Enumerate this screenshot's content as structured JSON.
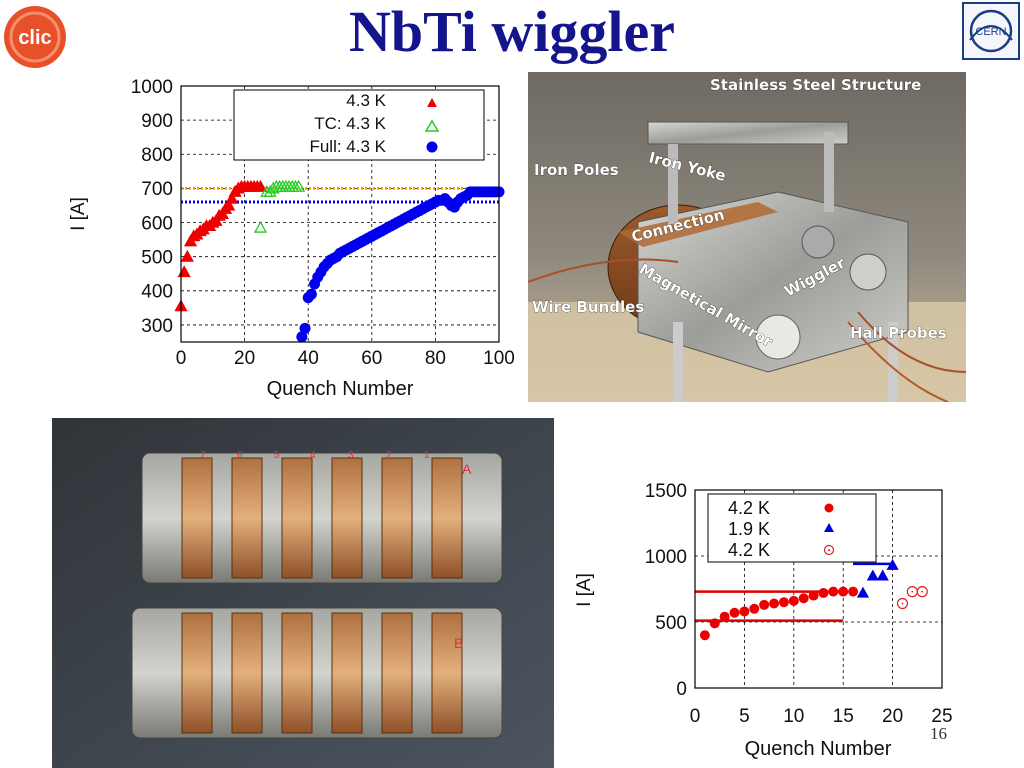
{
  "title": "NbTi wiggler",
  "page_number": "16",
  "logos": {
    "clic_text": "clic",
    "cern_text": "CERN"
  },
  "photo1": {
    "labels": [
      "Stainless Steel Structure",
      "Iron Poles",
      "Iron Yoke",
      "Connection",
      "Wiggler",
      "Magnetical Mirror",
      "Wire Bundles",
      "Hall Probes"
    ]
  },
  "photo2": {
    "labels": [
      "A",
      "B",
      "7",
      "6",
      "5",
      "4",
      "3",
      "2",
      "1"
    ]
  },
  "colors": {
    "title": "#14148c",
    "red": "#ee0000",
    "green": "#22cc22",
    "blue": "#0000ee",
    "orange_line": "#ffa500"
  },
  "chart_data": [
    {
      "type": "scatter",
      "xlabel": "Quench Number",
      "ylabel": "I [A]",
      "xlim": [
        0,
        100
      ],
      "ylim": [
        250,
        1000
      ],
      "xticks": [
        "0",
        "20",
        "40",
        "60",
        "80",
        "100"
      ],
      "yticks": [
        "300",
        "400",
        "500",
        "600",
        "700",
        "800",
        "900",
        "1000"
      ],
      "grid": true,
      "legend_position": "top",
      "reference_lines": [
        {
          "y": 700,
          "color": "#ffa500",
          "style": "dotted"
        },
        {
          "y": 660,
          "color": "#0000ee",
          "style": "dotted"
        }
      ],
      "series": [
        {
          "name": "4.3 K",
          "marker": "triangle-filled",
          "color": "#ee0000",
          "x": [
            0,
            1,
            2,
            3,
            4,
            5,
            6,
            7,
            8,
            9,
            10,
            11,
            12,
            13,
            14,
            15,
            16,
            17,
            18,
            19,
            20,
            21,
            22,
            23,
            24,
            25
          ],
          "y": [
            355,
            455,
            500,
            545,
            560,
            565,
            575,
            580,
            590,
            590,
            600,
            605,
            620,
            625,
            640,
            650,
            670,
            690,
            700,
            705,
            705,
            705,
            705,
            705,
            705,
            705
          ]
        },
        {
          "name": "TC: 4.3 K",
          "marker": "triangle-open",
          "color": "#22cc22",
          "x": [
            25,
            27,
            28,
            29,
            30,
            31,
            32,
            33,
            34,
            35,
            36,
            37
          ],
          "y": [
            585,
            690,
            690,
            700,
            705,
            705,
            705,
            705,
            705,
            705,
            705,
            705
          ]
        },
        {
          "name": "Full: 4.3 K",
          "marker": "circle-filled",
          "color": "#0000ee",
          "x": [
            38,
            39,
            40,
            41,
            42,
            43,
            44,
            45,
            46,
            47,
            48,
            49,
            50,
            51,
            52,
            53,
            54,
            55,
            56,
            57,
            58,
            59,
            60,
            61,
            62,
            63,
            64,
            65,
            66,
            67,
            68,
            69,
            70,
            71,
            72,
            73,
            74,
            75,
            76,
            77,
            78,
            79,
            80,
            81,
            82,
            83,
            84,
            85,
            86,
            87,
            88,
            89,
            90,
            91,
            92,
            93,
            94,
            95,
            96,
            97,
            98,
            99,
            100
          ],
          "y": [
            265,
            290,
            380,
            390,
            420,
            440,
            455,
            470,
            480,
            490,
            495,
            500,
            510,
            515,
            520,
            525,
            530,
            535,
            540,
            545,
            550,
            555,
            560,
            565,
            570,
            575,
            580,
            585,
            590,
            595,
            600,
            605,
            610,
            615,
            620,
            625,
            630,
            635,
            640,
            645,
            650,
            655,
            660,
            665,
            665,
            670,
            660,
            650,
            645,
            660,
            670,
            675,
            680,
            690,
            690,
            690,
            690,
            690,
            690,
            690,
            690,
            690,
            690
          ]
        }
      ]
    },
    {
      "type": "scatter",
      "xlabel": "Quench Number",
      "ylabel": "I [A]",
      "xlim": [
        0,
        25
      ],
      "ylim": [
        0,
        1500
      ],
      "xticks": [
        "0",
        "5",
        "10",
        "15",
        "20",
        "25"
      ],
      "yticks": [
        "0",
        "500",
        "1000",
        "1500"
      ],
      "grid": true,
      "legend_position": "top-left",
      "reference_lines": [
        {
          "y": 730,
          "x_end": 15,
          "color": "#dd0000",
          "style": "solid"
        },
        {
          "y": 510,
          "x_end": 15,
          "color": "#dd0000",
          "style": "solid"
        },
        {
          "y": 940,
          "x_start": 16,
          "x_end": 20,
          "color": "#0000dd",
          "style": "solid"
        }
      ],
      "series": [
        {
          "name": "4.2 K",
          "marker": "circle-filled",
          "color": "#ee0000",
          "x": [
            1,
            2,
            3,
            4,
            5,
            6,
            7,
            8,
            9,
            10,
            11,
            12,
            13,
            14,
            15,
            16
          ],
          "y": [
            400,
            490,
            540,
            570,
            580,
            600,
            630,
            640,
            650,
            660,
            680,
            700,
            720,
            730,
            730,
            730
          ]
        },
        {
          "name": "1.9 K",
          "marker": "triangle-filled",
          "color": "#0000dd",
          "x": [
            17,
            18,
            19,
            20
          ],
          "y": [
            720,
            850,
            850,
            930
          ]
        },
        {
          "name": "4.2 K",
          "marker": "circle-open",
          "color": "#dd2222",
          "x": [
            21,
            22,
            23
          ],
          "y": [
            640,
            730,
            730
          ]
        }
      ]
    }
  ]
}
